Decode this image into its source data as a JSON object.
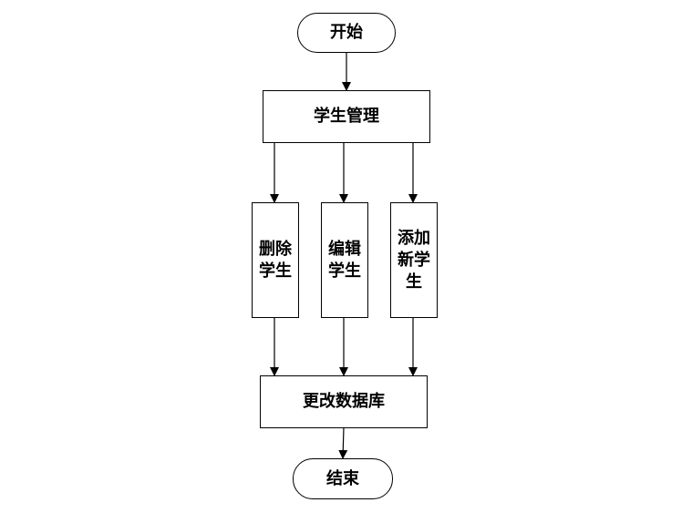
{
  "flowchart": {
    "start": "开始",
    "manage": "学生管理",
    "delete": [
      "删除",
      "学生"
    ],
    "edit": [
      "编辑",
      "学生"
    ],
    "add": [
      "添加",
      "新学生"
    ],
    "update_db": "更改数据库",
    "end": "结束"
  }
}
